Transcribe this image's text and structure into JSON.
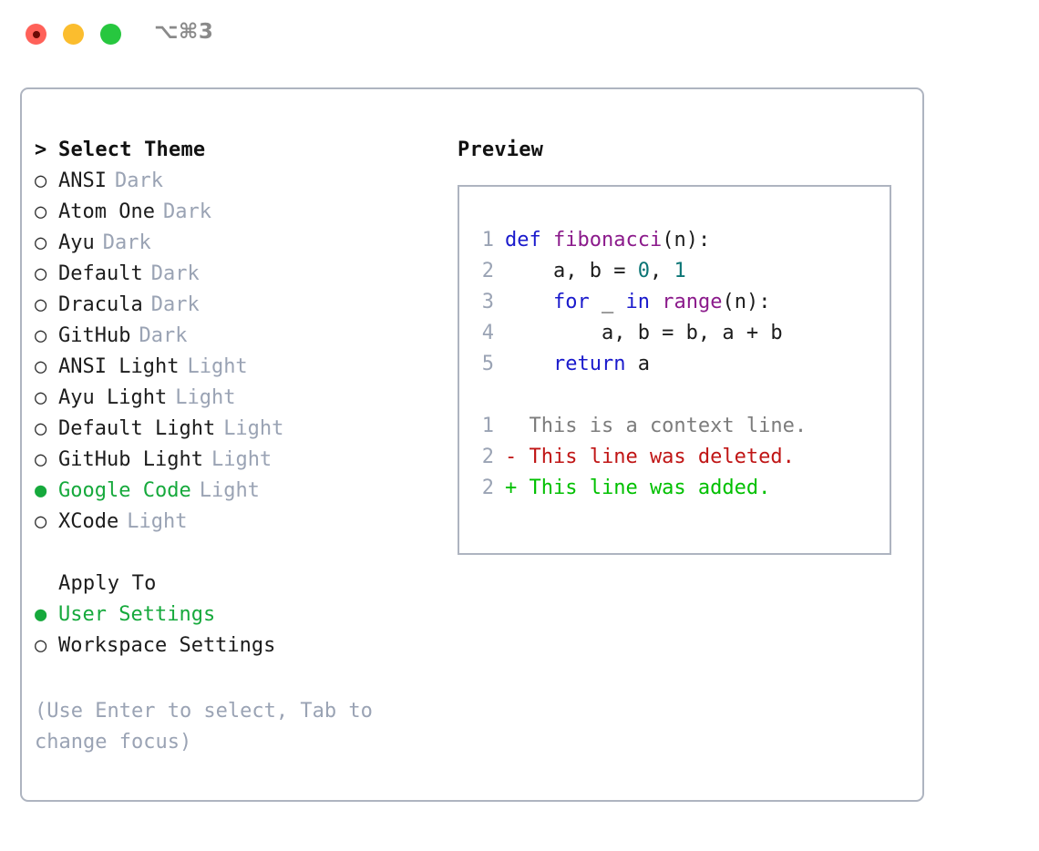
{
  "window": {
    "title": "⌥⌘3",
    "traffic_lights": [
      "close-button",
      "minimize-button",
      "maximize-button"
    ],
    "colors": {
      "close": "#ff6159",
      "minimize": "#fbbd2e",
      "maximize": "#27c73f",
      "panel_border": "#aeb4c0",
      "accent_green": "#16a93c",
      "muted": "#9aa3b4"
    }
  },
  "theme_list": {
    "header": "Select Theme",
    "header_caret": ">",
    "bullet_unselected": "○",
    "bullet_selected": "●",
    "items": [
      {
        "label": "ANSI",
        "tag": "Dark",
        "selected": false
      },
      {
        "label": "Atom One",
        "tag": "Dark",
        "selected": false
      },
      {
        "label": "Ayu",
        "tag": "Dark",
        "selected": false
      },
      {
        "label": "Default",
        "tag": "Dark",
        "selected": false
      },
      {
        "label": "Dracula",
        "tag": "Dark",
        "selected": false
      },
      {
        "label": "GitHub",
        "tag": "Dark",
        "selected": false
      },
      {
        "label": "ANSI Light",
        "tag": "Light",
        "selected": false
      },
      {
        "label": "Ayu Light",
        "tag": "Light",
        "selected": false
      },
      {
        "label": "Default Light",
        "tag": "Light",
        "selected": false
      },
      {
        "label": "GitHub Light",
        "tag": "Light",
        "selected": false
      },
      {
        "label": "Google Code",
        "tag": "Light",
        "selected": true
      },
      {
        "label": "XCode",
        "tag": "Light",
        "selected": false
      }
    ]
  },
  "apply_to": {
    "header": "Apply To",
    "items": [
      {
        "label": "User Settings",
        "selected": true
      },
      {
        "label": "Workspace Settings",
        "selected": false
      }
    ]
  },
  "hint": "(Use Enter to select, Tab to change focus)",
  "preview": {
    "title": "Preview",
    "code_lines": [
      {
        "no": "1",
        "tokens": [
          {
            "t": "def ",
            "c": "kw"
          },
          {
            "t": "fibonacci",
            "c": "fn"
          },
          {
            "t": "(n):",
            "c": "plain"
          }
        ]
      },
      {
        "no": "2",
        "tokens": [
          {
            "t": "    a, b = ",
            "c": "plain"
          },
          {
            "t": "0",
            "c": "num"
          },
          {
            "t": ", ",
            "c": "plain"
          },
          {
            "t": "1",
            "c": "num"
          }
        ]
      },
      {
        "no": "3",
        "tokens": [
          {
            "t": "    ",
            "c": "plain"
          },
          {
            "t": "for",
            "c": "kw"
          },
          {
            "t": " _ ",
            "c": "plain"
          },
          {
            "t": "in",
            "c": "kw"
          },
          {
            "t": " ",
            "c": "plain"
          },
          {
            "t": "range",
            "c": "fn"
          },
          {
            "t": "(n):",
            "c": "plain"
          }
        ]
      },
      {
        "no": "4",
        "tokens": [
          {
            "t": "        a, b = b, a + b",
            "c": "plain"
          }
        ]
      },
      {
        "no": "5",
        "tokens": [
          {
            "t": "    ",
            "c": "plain"
          },
          {
            "t": "return",
            "c": "kw"
          },
          {
            "t": " a",
            "c": "plain"
          }
        ]
      }
    ],
    "diff_lines": [
      {
        "no": "1",
        "text": "  This is a context line.",
        "c": "ctx"
      },
      {
        "no": "2",
        "text": "- This line was deleted.",
        "c": "del"
      },
      {
        "no": "2",
        "text": "+ This line was added.",
        "c": "add"
      }
    ]
  }
}
